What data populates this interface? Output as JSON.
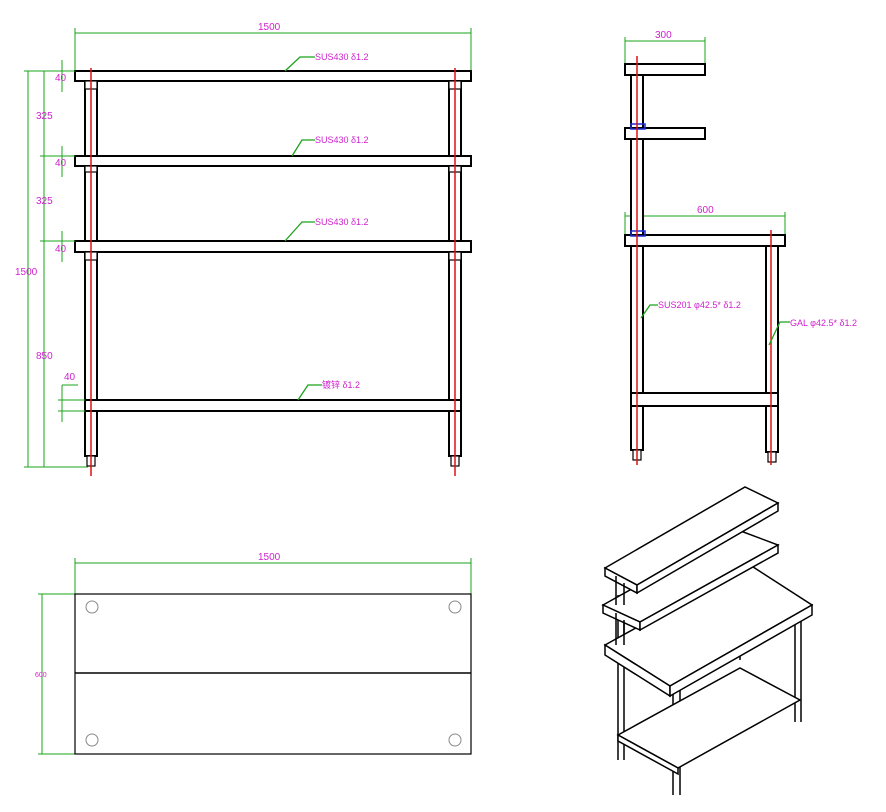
{
  "front_view": {
    "width_dim": "1500",
    "height_dim": "1500",
    "gaps": [
      "325",
      "325",
      "850"
    ],
    "shelf_thickness": [
      "40",
      "40",
      "40",
      "40"
    ],
    "shelf_labels": [
      "SUS430 δ1.2",
      "SUS430 δ1.2",
      "SUS430 δ1.2"
    ],
    "bottom_shelf_label": "镀锌 δ1.2"
  },
  "side_view": {
    "upper_depth_dim": "300",
    "depth_dim": "600",
    "rear_leg_label": "SUS201 φ42.5* δ1.2",
    "front_leg_label": "GAL φ42.5* δ1.2"
  },
  "plan_view": {
    "width_dim": "1500",
    "depth_dim": "600"
  },
  "colors": {
    "dimension": "#1aa31a",
    "text": "#d020d0",
    "centerline": "#e01010",
    "clamp": "#1a2bd8"
  }
}
